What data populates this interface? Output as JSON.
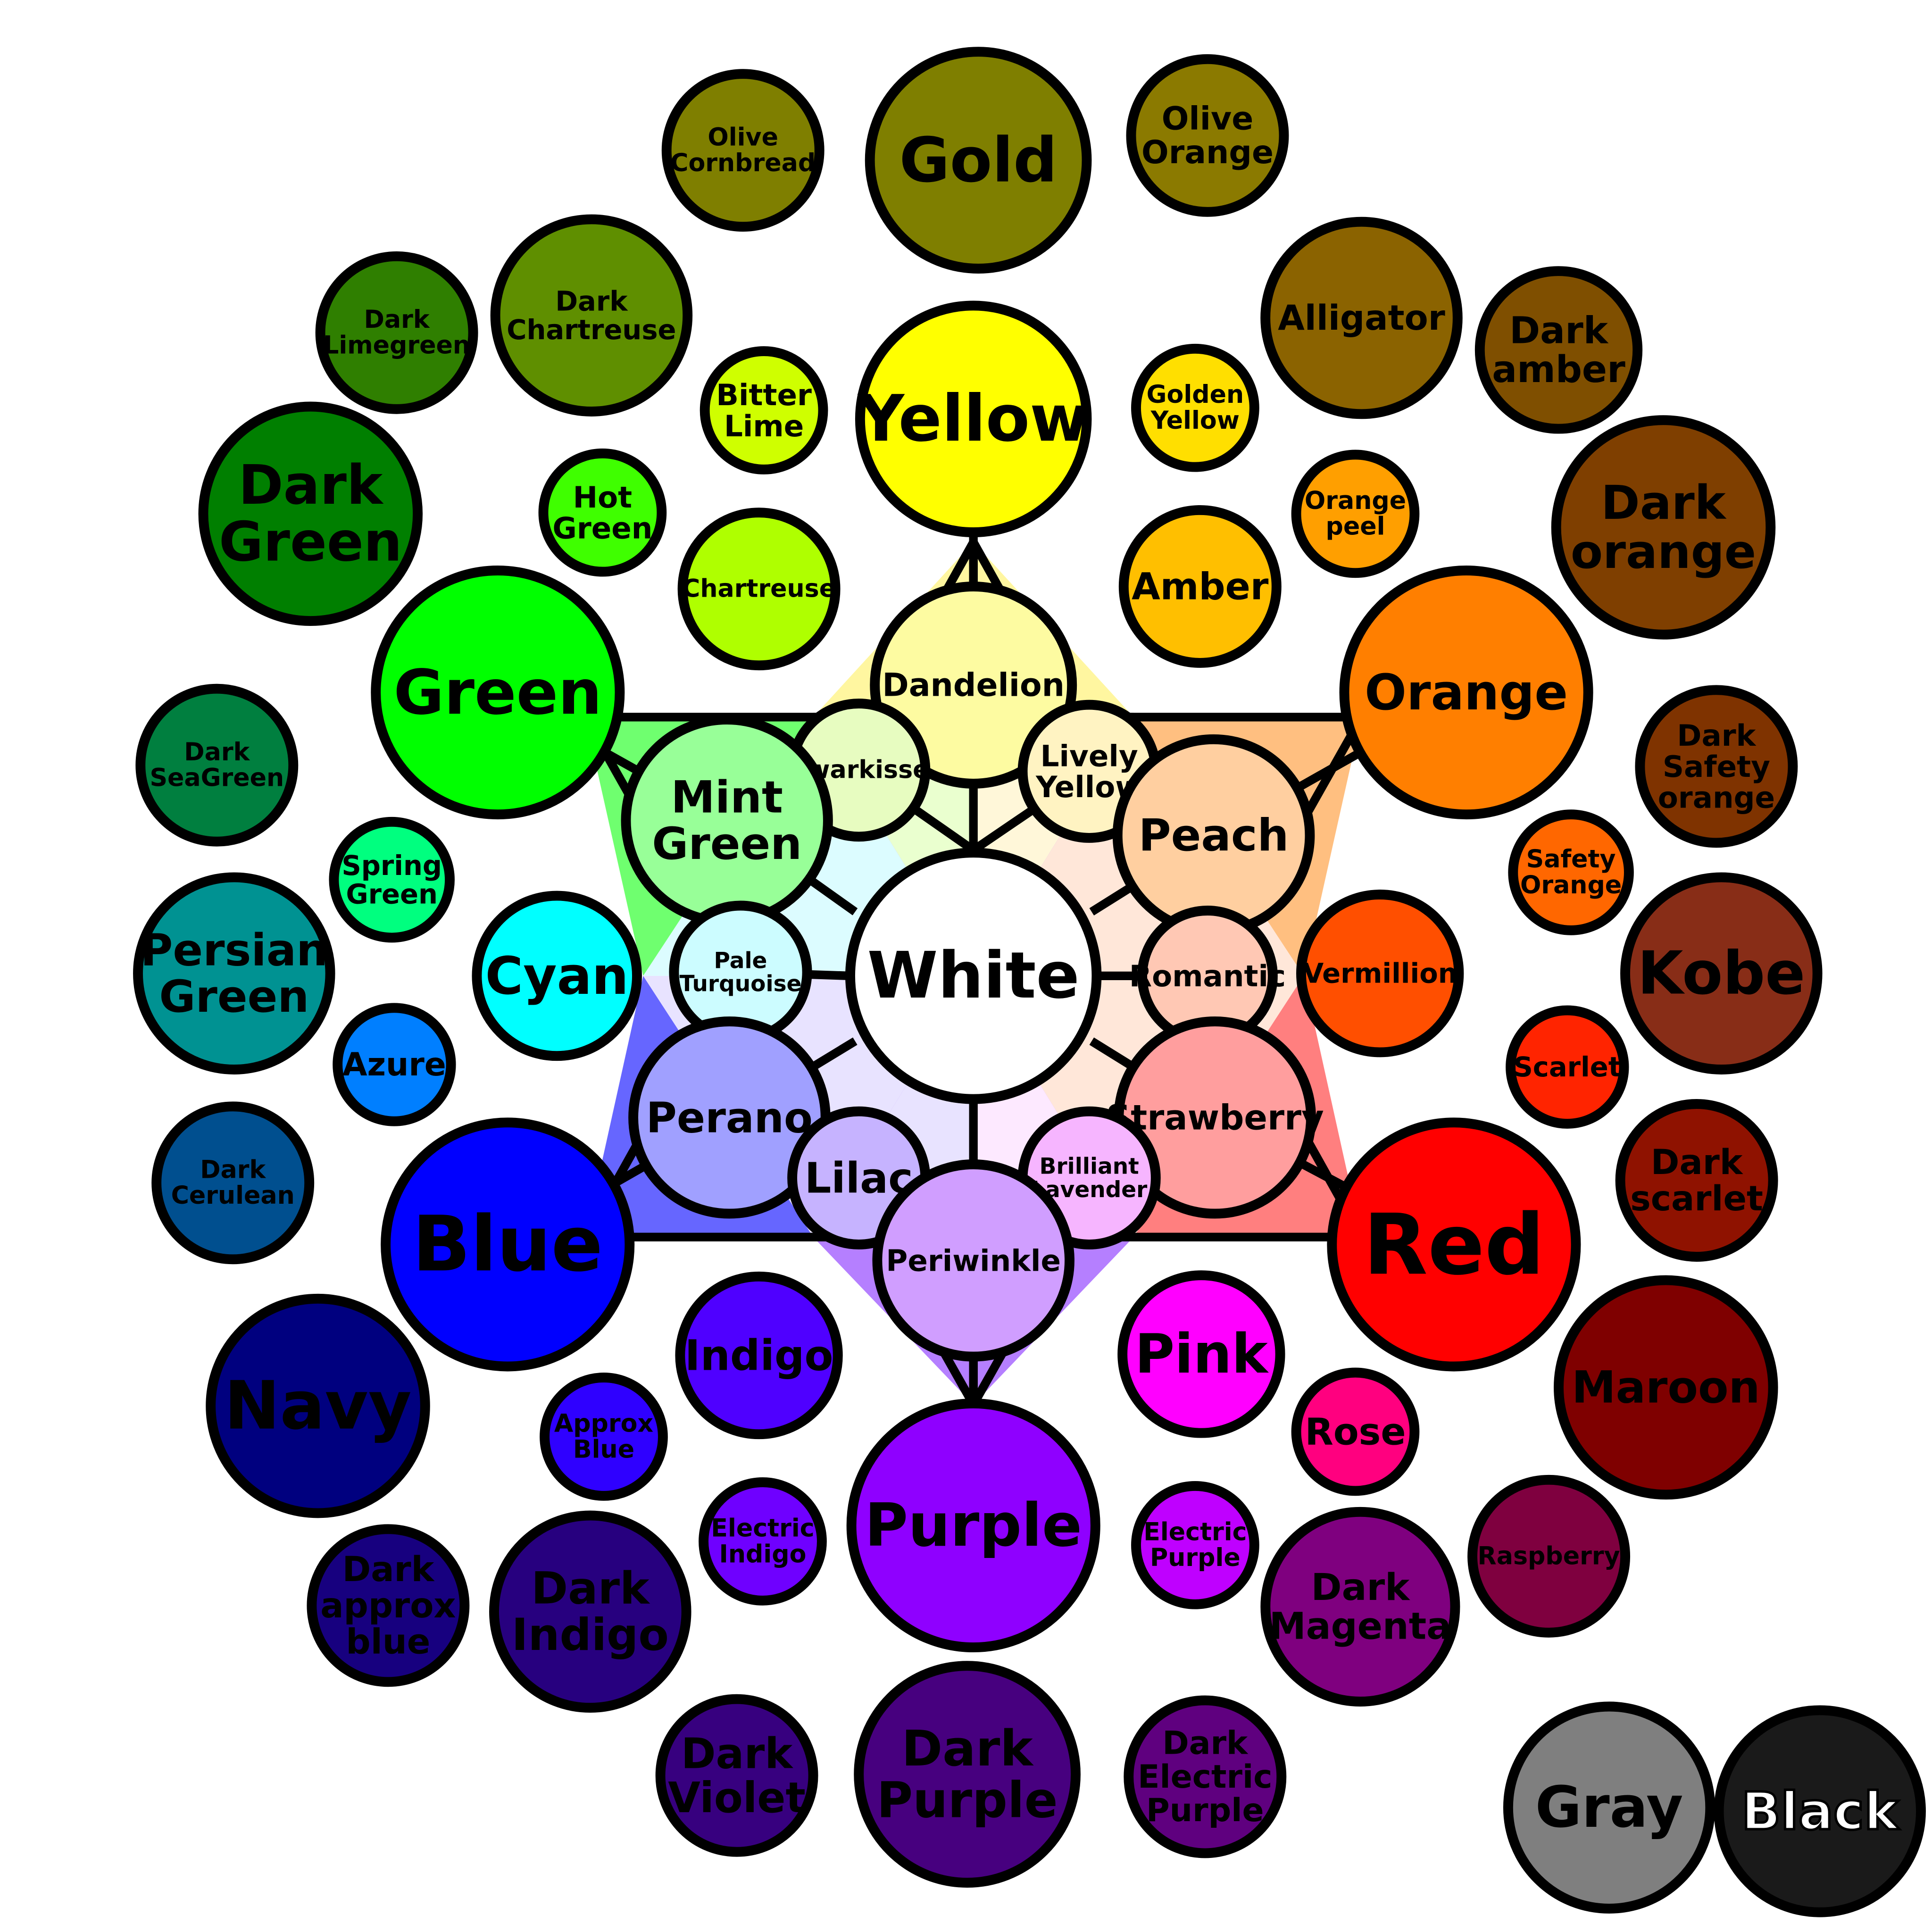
{
  "colors": {
    "outline": "#000000",
    "background": "#ffffff"
  },
  "center": {
    "label": "White",
    "color": "#ffffff"
  },
  "star_regions": {
    "yellow": "#fff6a0",
    "green": "#6fff6f",
    "orange": "#ffbf80",
    "blue": "#6666ff",
    "red": "#ff7f7f",
    "purple": "#b57fff",
    "inner_green_white": "#eaffcf",
    "inner_yellow_white": "#fff7d9",
    "inner_cyan_white": "#dcfcff",
    "inner_peach_white": "#ffe7d9",
    "inner_blue_white": "#e8e3ff",
    "inner_pink_white": "#fde9ff"
  },
  "tints": [
    {
      "label": "Dandelion",
      "color": "#fdfba1"
    },
    {
      "label": "Kwarkisse",
      "color": "#e7fcc0"
    },
    {
      "label": "Lively Yellow",
      "color": "#fff3c2"
    },
    {
      "label": "Mint Green",
      "color": "#98ff98"
    },
    {
      "label": "Peach",
      "color": "#ffcfa0"
    },
    {
      "label": "Pale Turquoise",
      "color": "#ccfcff"
    },
    {
      "label": "Romantic",
      "color": "#ffc8b4"
    },
    {
      "label": "Perano",
      "color": "#a0a0ff"
    },
    {
      "label": "Strawberry",
      "color": "#ff9e9e"
    },
    {
      "label": "Lilac",
      "color": "#c6b3ff"
    },
    {
      "label": "Brilliant Lavender",
      "color": "#f6b5ff"
    },
    {
      "label": "Periwinkle",
      "color": "#d09eff"
    }
  ],
  "primaries": [
    {
      "label": "Yellow",
      "color": "#ffff00"
    },
    {
      "label": "Green",
      "color": "#00ff00"
    },
    {
      "label": "Orange",
      "color": "#ff7f00"
    },
    {
      "label": "Blue",
      "color": "#0000ff"
    },
    {
      "label": "Red",
      "color": "#ff0000"
    },
    {
      "label": "Purple",
      "color": "#8f00ff"
    }
  ],
  "secondaries": [
    {
      "label": "Bitter Lime",
      "color": "#cfff00"
    },
    {
      "label": "Golden Yellow",
      "color": "#ffdf00"
    },
    {
      "label": "Hot Green",
      "color": "#3fff00"
    },
    {
      "label": "Orange peel",
      "color": "#ff9f00"
    },
    {
      "label": "Chartreuse",
      "color": "#afff00"
    },
    {
      "label": "Amber",
      "color": "#ffbf00"
    },
    {
      "label": "Spring Green",
      "color": "#00ff7f"
    },
    {
      "label": "Cyan",
      "color": "#00ffff"
    },
    {
      "label": "Vermillion",
      "color": "#ff4f00"
    },
    {
      "label": "Azure",
      "color": "#007fff"
    },
    {
      "label": "Indigo",
      "color": "#4f00ff"
    },
    {
      "label": "Pink",
      "color": "#ff00ff"
    },
    {
      "label": "Approx Blue",
      "color": "#2f00ff"
    },
    {
      "label": "Rose",
      "color": "#ff007f"
    },
    {
      "label": "Electric Indigo",
      "color": "#6f00ff"
    },
    {
      "label": "Electric Purple",
      "color": "#bf00ff"
    },
    {
      "label": "Safety Orange",
      "color": "#ff6700"
    },
    {
      "label": "Scarlet",
      "color": "#ff2400"
    }
  ],
  "shades": [
    {
      "label": "Olive Cornbread",
      "color": "#7f7f00"
    },
    {
      "label": "Gold",
      "color": "#7f7f00"
    },
    {
      "label": "Olive Orange",
      "color": "#8b7a00"
    },
    {
      "label": "Dark Limegreen",
      "color": "#2f7f00"
    },
    {
      "label": "Dark Chartreuse",
      "color": "#5f8f00"
    },
    {
      "label": "Alligator",
      "color": "#8b6300"
    },
    {
      "label": "Dark amber",
      "color": "#7f4f00"
    },
    {
      "label": "Dark Green",
      "color": "#007f00"
    },
    {
      "label": "Dark orange",
      "color": "#7f3f00"
    },
    {
      "label": "Dark SeaGreen",
      "color": "#007f3f"
    },
    {
      "label": "Dark Safety orange",
      "color": "#7f3300"
    },
    {
      "label": "Persian Green",
      "color": "#009292"
    },
    {
      "label": "Kobe",
      "color": "#882d17"
    },
    {
      "label": "Dark Cerulean",
      "color": "#004f8f"
    },
    {
      "label": "Dark scarlet",
      "color": "#8f1200"
    },
    {
      "label": "Navy",
      "color": "#00007f"
    },
    {
      "label": "Maroon",
      "color": "#7f0000"
    },
    {
      "label": "Dark approx blue",
      "color": "#17007f"
    },
    {
      "label": "Dark Indigo",
      "color": "#27007f"
    },
    {
      "label": "Dark Magenta",
      "color": "#7f007f"
    },
    {
      "label": "Raspberry",
      "color": "#7f003f"
    },
    {
      "label": "Dark Violet",
      "color": "#37007f"
    },
    {
      "label": "Dark Purple",
      "color": "#47007f"
    },
    {
      "label": "Dark Electric Purple",
      "color": "#5f007f"
    }
  ],
  "neutrals": [
    {
      "label": "Gray",
      "color": "#7f7f7f"
    },
    {
      "label": "Black",
      "color": "#1a1a1a"
    }
  ]
}
